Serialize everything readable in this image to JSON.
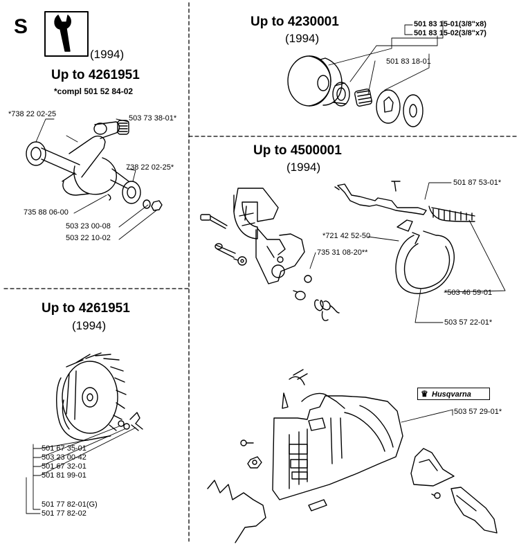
{
  "sheet_letter": "S",
  "tool_icon": "wrench-icon",
  "sections": {
    "crankshaft": {
      "year": "(1994)",
      "heading": "Up to 4261951",
      "note": "*compl 501 52 84-02",
      "parts": [
        "*738 22 02-25",
        "503 73 38-01*",
        "738 22 02-25*",
        "735 88 06-00",
        "503 23 00-08",
        "503 22 10-02"
      ]
    },
    "clutch": {
      "heading": "Up to 4230001",
      "year": "(1994)",
      "parts": [
        "501 83 15-01(3/8\"x8)",
        "501 83 15-02(3/8\"x7)",
        "501 83 18-01"
      ]
    },
    "flywheel": {
      "heading": "Up to 4261951",
      "year": "(1994)",
      "parts": [
        "501 67 35-01",
        "503 23 00-42",
        "501 67 32-01",
        "501 81 99-01",
        "501 77 82-01(G)",
        "501 77 82-02"
      ]
    },
    "brake": {
      "heading": "Up to 4500001",
      "year": "(1994)",
      "parts": [
        "501 87 53-01*",
        "*721 42 52-50",
        "735 31 08-20**",
        "*503 46 59-01",
        "503 57 22-01*"
      ]
    },
    "cover": {
      "brand": "Husqvarna",
      "brand_icon": "husqvarna-crown-icon",
      "parts": [
        "503 57 29-01*"
      ]
    }
  }
}
